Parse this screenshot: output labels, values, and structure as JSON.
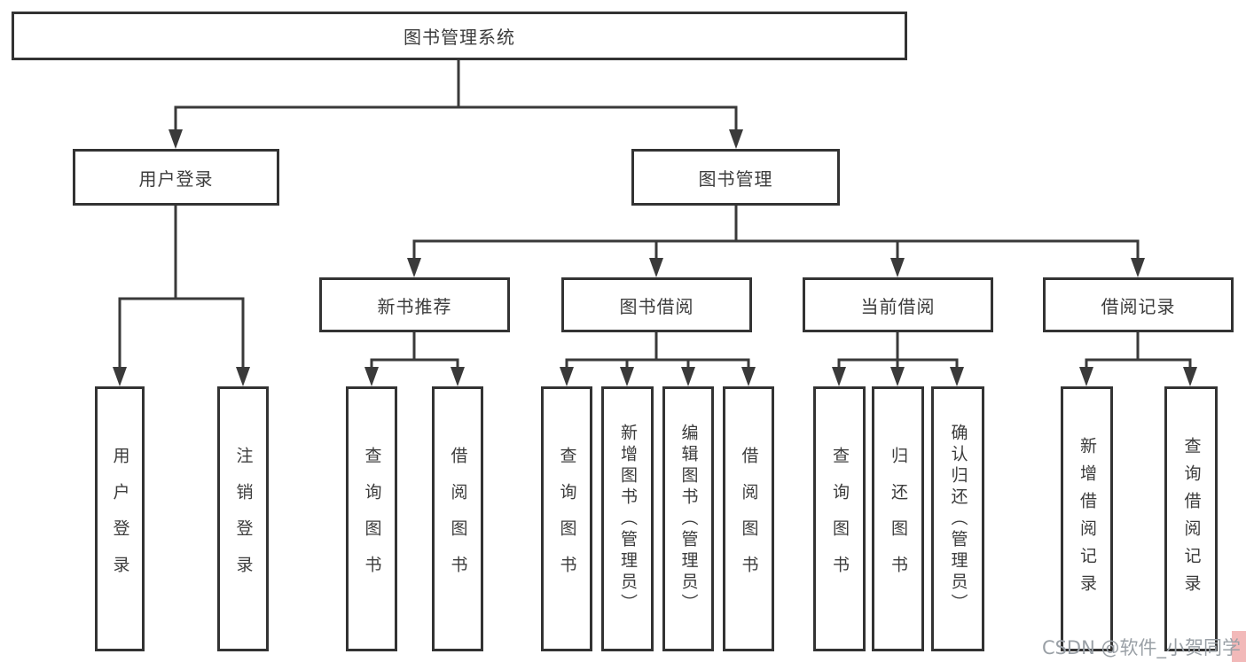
{
  "tree": {
    "label": "图书管理系统",
    "children": [
      {
        "label": "用户登录",
        "children": [
          {
            "label": "用户登录"
          },
          {
            "label": "注销登录"
          }
        ]
      },
      {
        "label": "图书管理",
        "children": [
          {
            "label": "新书推荐",
            "children": [
              {
                "label": "查询图书"
              },
              {
                "label": "借阅图书"
              }
            ]
          },
          {
            "label": "图书借阅",
            "children": [
              {
                "label": "查询图书"
              },
              {
                "label": "新增图书（管理员）"
              },
              {
                "label": "编辑图书（管理员）"
              },
              {
                "label": "借阅图书"
              }
            ]
          },
          {
            "label": "当前借阅",
            "children": [
              {
                "label": "查询图书"
              },
              {
                "label": "归还图书"
              },
              {
                "label": "确认归还（管理员）"
              }
            ]
          },
          {
            "label": "借阅记录",
            "children": [
              {
                "label": "新增借阅记录"
              },
              {
                "label": "查询借阅记录"
              }
            ]
          }
        ]
      }
    ]
  },
  "watermark": {
    "text": "CSDN @软件_小贺同学"
  },
  "colors": {
    "line": "#3a3a3a",
    "box_border": "#333333",
    "text": "#3c3c3c",
    "watermark_text": "#9aa0a6",
    "watermark_accent": "#f2b9b9",
    "background": "#ffffff"
  }
}
